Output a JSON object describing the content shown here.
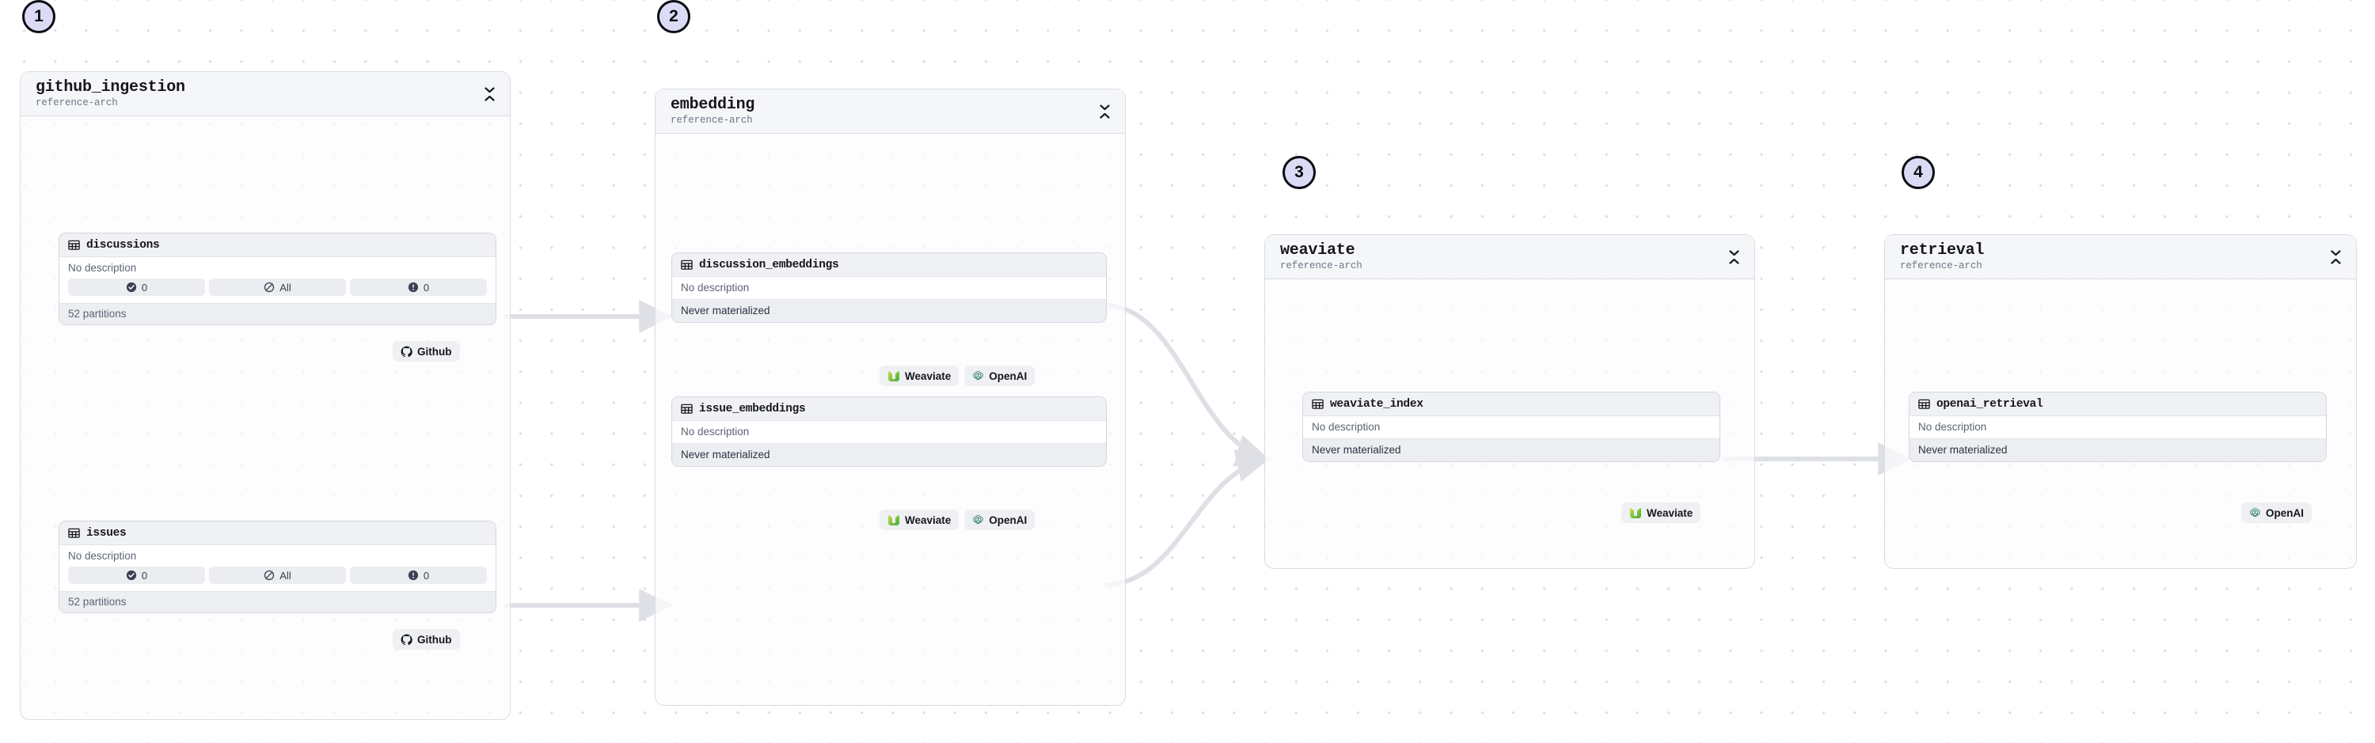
{
  "canvas": {
    "background_color": "#FFFFFF",
    "dot_color": "#DEDFE7",
    "badge_fill": "#DCDBF6",
    "badge_border": "#0C0D12",
    "group_border": "#D9DCE5",
    "group_header_bg": "#F5F6F8",
    "edge_color": "#DEE0E6"
  },
  "groups": [
    {
      "badge": "1",
      "name": "github_ingestion",
      "subtitle": "reference-arch",
      "collapse_icon": "collapse-vertical-icon",
      "assets": [
        {
          "icon": "table-icon",
          "name": "discussions",
          "description": "No description",
          "status": [
            {
              "icon": "check-circle-icon",
              "label": "0"
            },
            {
              "icon": "slash-circle-icon",
              "label": "All"
            },
            {
              "icon": "exclamation-circle-icon",
              "label": "0"
            }
          ],
          "footer": "52 partitions"
        },
        {
          "icon": "table-icon",
          "name": "issues",
          "description": "No description",
          "status": [
            {
              "icon": "check-circle-icon",
              "label": "0"
            },
            {
              "icon": "slash-circle-icon",
              "label": "All"
            },
            {
              "icon": "exclamation-circle-icon",
              "label": "0"
            }
          ],
          "footer": "52 partitions"
        }
      ],
      "tag_rows": [
        [
          {
            "icon": "github-icon",
            "label": "Github"
          }
        ],
        [
          {
            "icon": "github-icon",
            "label": "Github"
          }
        ]
      ]
    },
    {
      "badge": "2",
      "name": "embedding",
      "subtitle": "reference-arch",
      "collapse_icon": "collapse-vertical-icon",
      "assets": [
        {
          "icon": "table-icon",
          "name": "discussion_embeddings",
          "description": "No description",
          "materialization": "Never materialized"
        },
        {
          "icon": "table-icon",
          "name": "issue_embeddings",
          "description": "No description",
          "materialization": "Never materialized"
        }
      ],
      "tag_rows": [
        [
          {
            "icon": "weaviate-icon",
            "label": "Weaviate"
          },
          {
            "icon": "openai-icon",
            "label": "OpenAI"
          }
        ],
        [
          {
            "icon": "weaviate-icon",
            "label": "Weaviate"
          },
          {
            "icon": "openai-icon",
            "label": "OpenAI"
          }
        ]
      ]
    },
    {
      "badge": "3",
      "name": "weaviate",
      "subtitle": "reference-arch",
      "collapse_icon": "collapse-vertical-icon",
      "assets": [
        {
          "icon": "table-icon",
          "name": "weaviate_index",
          "description": "No description",
          "materialization": "Never materialized"
        }
      ],
      "tag_rows": [
        [
          {
            "icon": "weaviate-icon",
            "label": "Weaviate"
          }
        ]
      ]
    },
    {
      "badge": "4",
      "name": "retrieval",
      "subtitle": "reference-arch",
      "collapse_icon": "collapse-vertical-icon",
      "assets": [
        {
          "icon": "table-icon",
          "name": "openai_retrieval",
          "description": "No description",
          "materialization": "Never materialized"
        }
      ],
      "tag_rows": [
        [
          {
            "icon": "openai-icon",
            "label": "OpenAI"
          }
        ]
      ]
    }
  ]
}
